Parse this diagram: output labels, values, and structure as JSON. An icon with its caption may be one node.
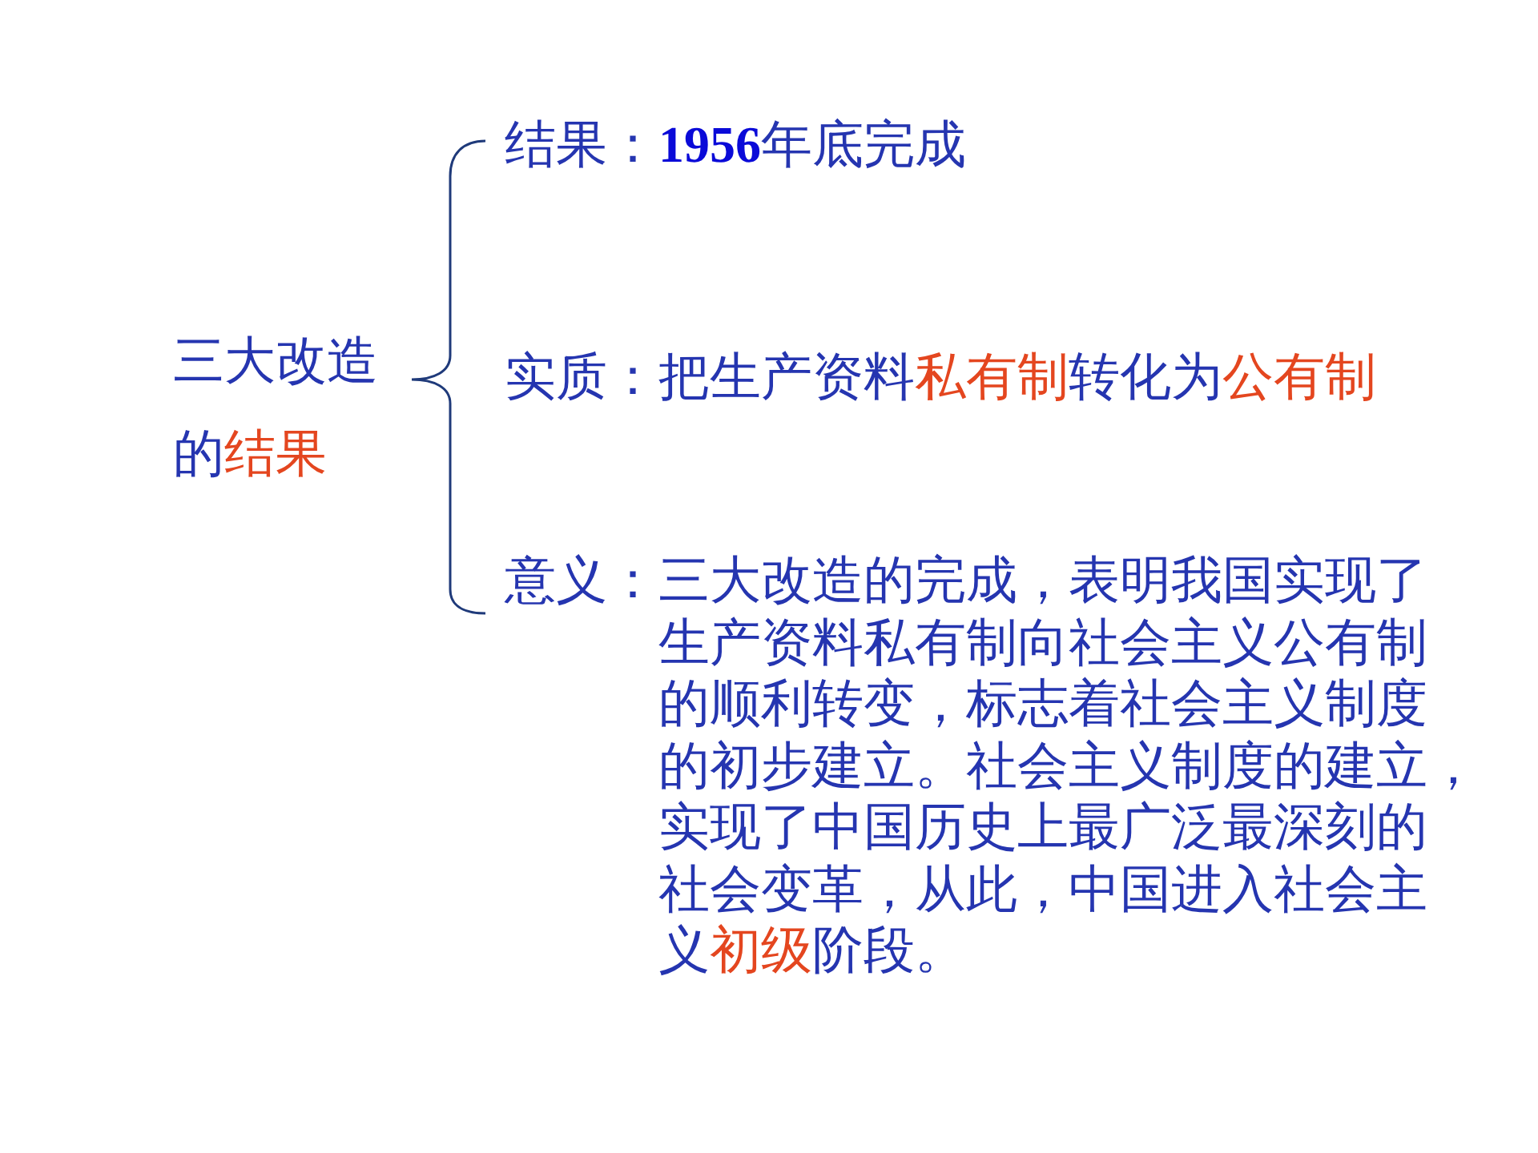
{
  "diagram": {
    "labels": [
      "三大改造的结果",
      "结果：",
      "**1956**年底完成",
      "实质：",
      "把生产资料私有制转化为公有制",
      "意义：",
      "三大改造的完成，表明我国实现了生产资料私有制向社会主义公有制的顺利转变，标志着社会主义制度的初步建立。社会主义制度的建立，实现了中国历史上最广泛最深刻的社会变革，从此，中国进入社会主义初级阶段。"
    ]
  }
}
